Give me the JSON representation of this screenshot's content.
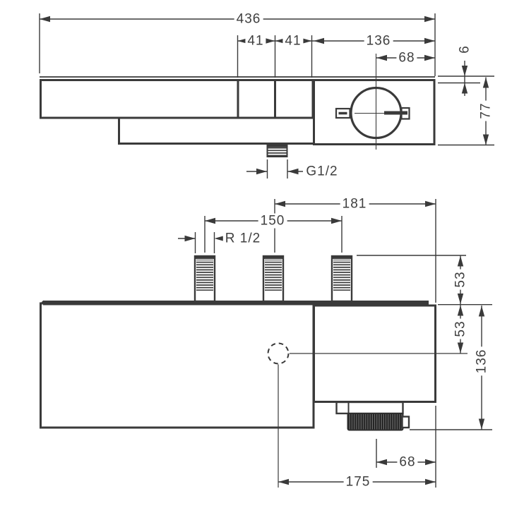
{
  "front_view": {
    "overall_width_mm": "436",
    "left_segment_mm": "41",
    "right_segment_mm": "41",
    "thermostat_module_width_mm": "136",
    "knob_center_to_edge_mm": "68",
    "top_strip_mm": "6",
    "body_height_mm": "77",
    "outlet_thread": "G1/2"
  },
  "top_view": {
    "pipe_to_edge_mm": "181",
    "pipe_spacing_mm": "150",
    "inlet_thread": "R 1/2",
    "pipe_top_to_body_mm": "53",
    "body_to_valve_center_mm": "53",
    "overall_depth_mm": "136",
    "handle_center_to_edge_mm": "68",
    "valve_center_to_edge_mm": "175"
  },
  "colors": {
    "line": "#3a3a3a",
    "background": "#ffffff"
  }
}
